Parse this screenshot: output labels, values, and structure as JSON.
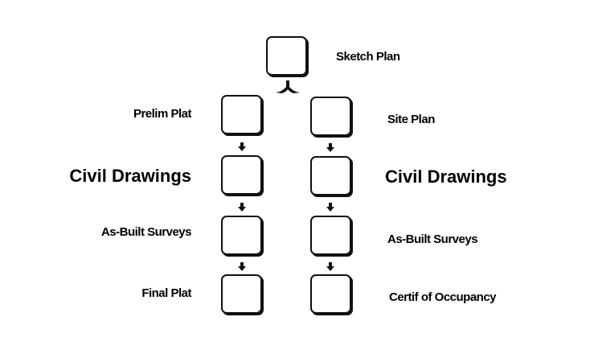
{
  "diagram": {
    "type": "flowchart",
    "top": {
      "label": "Sketch Plan"
    },
    "left_column": [
      {
        "label": "Prelim Plat",
        "style": "normal"
      },
      {
        "label": "Civil Drawings",
        "style": "emphasis"
      },
      {
        "label": "As-Built Surveys",
        "style": "normal"
      },
      {
        "label": "Final Plat",
        "style": "normal"
      }
    ],
    "right_column": [
      {
        "label": "Site Plan",
        "style": "normal"
      },
      {
        "label": "Civil Drawings",
        "style": "emphasis"
      },
      {
        "label": "As-Built Surveys",
        "style": "normal"
      },
      {
        "label": "Certif of Occupancy",
        "style": "normal"
      }
    ],
    "connectors": [
      {
        "from": "Sketch Plan",
        "to": [
          "Prelim Plat",
          "Site Plan"
        ],
        "kind": "split"
      },
      {
        "from": "Prelim Plat",
        "to": "Civil Drawings (left)"
      },
      {
        "from": "Civil Drawings (left)",
        "to": "As-Built Surveys (left)"
      },
      {
        "from": "As-Built Surveys (left)",
        "to": "Final Plat"
      },
      {
        "from": "Site Plan",
        "to": "Civil Drawings (right)"
      },
      {
        "from": "Civil Drawings (right)",
        "to": "As-Built Surveys (right)"
      },
      {
        "from": "As-Built Surveys (right)",
        "to": "Certif of Occupancy"
      }
    ]
  }
}
